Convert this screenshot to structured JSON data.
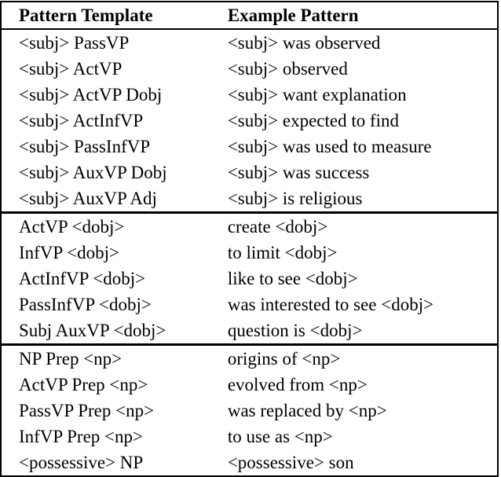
{
  "table": {
    "headers": {
      "template": "Pattern Template",
      "example": "Example Pattern"
    },
    "sections": [
      {
        "rows": [
          [
            "<subj> PassVP",
            "<subj> was observed"
          ],
          [
            "<subj> ActVP",
            "<subj> observed"
          ],
          [
            "<subj> ActVP Dobj",
            "<subj> want explanation"
          ],
          [
            "<subj> ActInfVP",
            "<subj> expected to find"
          ],
          [
            "<subj> PassInfVP",
            "<subj> was used to measure"
          ],
          [
            "<subj> AuxVP Dobj",
            "<subj> was success"
          ],
          [
            "<subj> AuxVP Adj",
            "<subj> is religious"
          ]
        ]
      },
      {
        "rows": [
          [
            "ActVP <dobj>",
            "create <dobj>"
          ],
          [
            "InfVP <dobj>",
            "to limit <dobj>"
          ],
          [
            "ActInfVP <dobj>",
            "like to see <dobj>"
          ],
          [
            "PassInfVP <dobj>",
            "was interested to see <dobj>"
          ],
          [
            "Subj AuxVP <dobj>",
            "question is <dobj>"
          ]
        ]
      },
      {
        "rows": [
          [
            "NP Prep <np>",
            "origins of <np>"
          ],
          [
            "ActVP Prep <np>",
            "evolved from <np>"
          ],
          [
            "PassVP Prep <np>",
            "was replaced by <np>"
          ],
          [
            "InfVP Prep <np>",
            "to use as <np>"
          ],
          [
            "<possessive> NP",
            "<possessive> son"
          ]
        ]
      }
    ],
    "colors": {
      "text": "#000000",
      "background": "#ffffff",
      "rule": "#000000"
    }
  }
}
